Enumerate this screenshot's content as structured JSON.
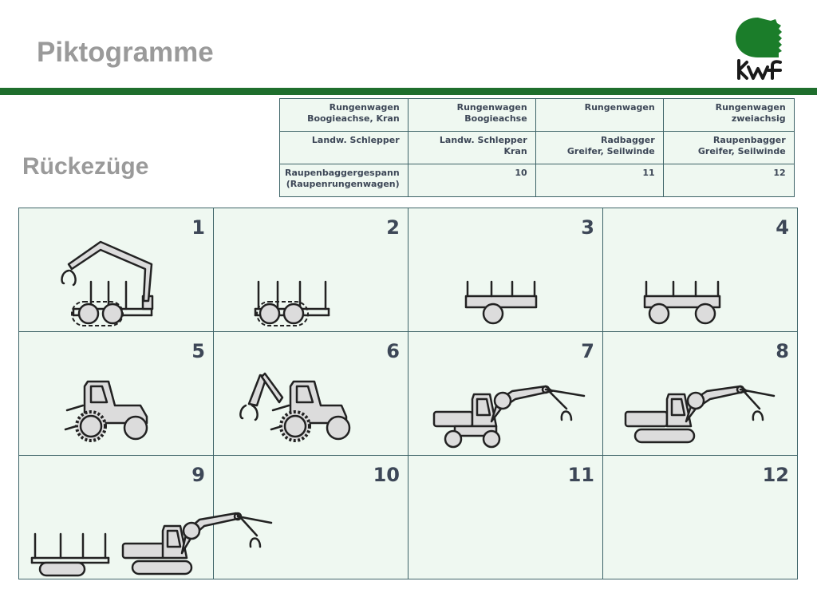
{
  "header": {
    "title": "Piktogramme",
    "subtitle": "Rückezüge"
  },
  "logo": {
    "text": "kwf",
    "colors": {
      "green": "#1b7d2a",
      "dark": "#1a1a1a"
    }
  },
  "colors": {
    "bar": "#1f6e2d",
    "grid_border": "#3e6468",
    "cell_bg": "#eff8f1",
    "text": "#3d4757",
    "title": "#9a9a9a"
  },
  "legend": [
    [
      "Rungenwagen\nBoogieachse, Kran",
      "Rungenwagen\nBoogieachse",
      "Rungenwagen",
      "Rungenwagen\nzweiachsig"
    ],
    [
      "Landw. Schlepper",
      "Landw. Schlepper\nKran",
      "Radbagger\nGreifer, Seilwinde",
      "Raupenbagger\nGreifer, Seilwinde"
    ],
    [
      "Raupenbaggergespann\n(Raupenrungenwagen)",
      "10",
      "11",
      "12"
    ]
  ],
  "cells": [
    {
      "number": "1",
      "icon": "bogie-trailer-crane-icon"
    },
    {
      "number": "2",
      "icon": "bogie-trailer-icon"
    },
    {
      "number": "3",
      "icon": "single-axle-trailer-icon"
    },
    {
      "number": "4",
      "icon": "two-axle-trailer-icon"
    },
    {
      "number": "5",
      "icon": "tractor-icon"
    },
    {
      "number": "6",
      "icon": "tractor-crane-icon"
    },
    {
      "number": "7",
      "icon": "wheeled-excavator-icon"
    },
    {
      "number": "8",
      "icon": "crawler-excavator-icon"
    },
    {
      "number": "9",
      "icon": "crawler-excavator-train-icon"
    },
    {
      "number": "10",
      "icon": ""
    },
    {
      "number": "11",
      "icon": ""
    },
    {
      "number": "12",
      "icon": ""
    }
  ]
}
